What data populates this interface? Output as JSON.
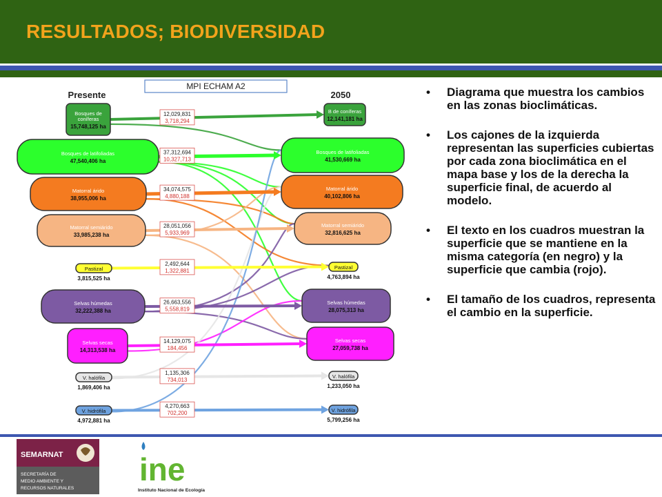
{
  "header": {
    "title": "RESULTADOS; BIODIVERSIDAD"
  },
  "diagram": {
    "model_label": "MPI ECHAM A2",
    "left_heading": "Presente",
    "right_heading": "2050",
    "left_boxes": [
      {
        "name": "Bosques de\nconíferas",
        "area": "15,748,125 ha",
        "color": "#3aa33c"
      },
      {
        "name": "Bosques de latifoliadas",
        "area": "47,540,406 ha",
        "color": "#2cff2c"
      },
      {
        "name": "Matorral árido",
        "area": "38,955,006 ha",
        "color": "#f47b20"
      },
      {
        "name": "Matorral semiárido",
        "area": "33,985,238 ha",
        "color": "#f6b583"
      },
      {
        "name": "Pastizal",
        "area": "3,815,525 ha",
        "color": "#ffff33"
      },
      {
        "name": "Selvas húmedas",
        "area": "32,222,388 ha",
        "color": "#7d5aa3"
      },
      {
        "name": "Selvas secas",
        "area": "14,313,538 ha",
        "color": "#ff1fff"
      },
      {
        "name": "V. halófila",
        "area": "1,869,406 ha",
        "color": "#e6e6e6"
      },
      {
        "name": "V. hidrófila",
        "area": "4,972,881 ha",
        "color": "#6fa3e0"
      }
    ],
    "right_boxes": [
      {
        "name": "B de coníferas",
        "area": "12,141,181 ha",
        "color": "#3aa33c"
      },
      {
        "name": "Bosques de latifoliadas",
        "area": "41,530,669 ha",
        "color": "#2cff2c"
      },
      {
        "name": "Matorral árido",
        "area": "40,102,806 ha",
        "color": "#f47b20"
      },
      {
        "name": "Matorral semiárido",
        "area": "32,816,625 ha",
        "color": "#f6b583"
      },
      {
        "name": "Pastizal",
        "area": "4,763,894 ha",
        "color": "#ffff33"
      },
      {
        "name": "Selvas húmedas",
        "area": "28,075,313 ha",
        "color": "#7d5aa3"
      },
      {
        "name": "Selvas secas",
        "area": "27,059,738 ha",
        "color": "#ff1fff"
      },
      {
        "name": "V. halófila",
        "area": "1,233,050 ha",
        "color": "#e6e6e6"
      },
      {
        "name": "V. hidrófila",
        "area": "5,799,256 ha",
        "color": "#6fa3e0"
      }
    ],
    "flows": [
      {
        "kept": "12,029,831",
        "changed": "3,718,294",
        "color": "#3aa33c"
      },
      {
        "kept": "37,312,694",
        "changed": "10,327,713",
        "color": "#2cff2c"
      },
      {
        "kept": "34,074,575",
        "changed": "4,880,188",
        "color": "#f47b20"
      },
      {
        "kept": "28,051,056",
        "changed": "5,933,969",
        "color": "#f6b583"
      },
      {
        "kept": "2,492,644",
        "changed": "1,322,881",
        "color": "#ffff33"
      },
      {
        "kept": "26,663,556",
        "changed": "5,558,819",
        "color": "#7d5aa3"
      },
      {
        "kept": "14,129,075",
        "changed": "184,456",
        "color": "#ff1fff"
      },
      {
        "kept": "1,135,306",
        "changed": "734,013",
        "color": "#e6e6e6"
      },
      {
        "kept": "4,270,663",
        "changed": "702,200",
        "color": "#6fa3e0"
      }
    ]
  },
  "bullets": [
    {
      "marker": "•",
      "text": "Diagrama que muestra los cambios en las zonas bioclimáticas."
    },
    {
      "marker": "•",
      "text": "Los cajones de la izquierda representan las superficies cubiertas por cada zona bioclimática en el mapa base y los de la derecha la superficie final, de acuerdo al modelo."
    },
    {
      "marker": "•",
      "text": "El texto en los cuadros muestran la superficie que se mantiene en la misma categoría (en negro) y la superficie que cambia (rojo)."
    },
    {
      "marker": "•",
      "text": "El tamaño de los cuadros, representa el cambio en la superficie."
    }
  ],
  "footer": {
    "semarnat_logo": "SEMARNAT",
    "semarnat_lines": [
      "SECRETARÍA DE",
      "MEDIO AMBIENTE Y",
      "RECURSOS NATURALES"
    ],
    "ine_logo": "ine",
    "ine_caption": "Instituto Nacional de Ecología"
  },
  "colors": {
    "header_bg": "#2f6313",
    "title": "#f2a31c",
    "band": "#3d57b0"
  }
}
